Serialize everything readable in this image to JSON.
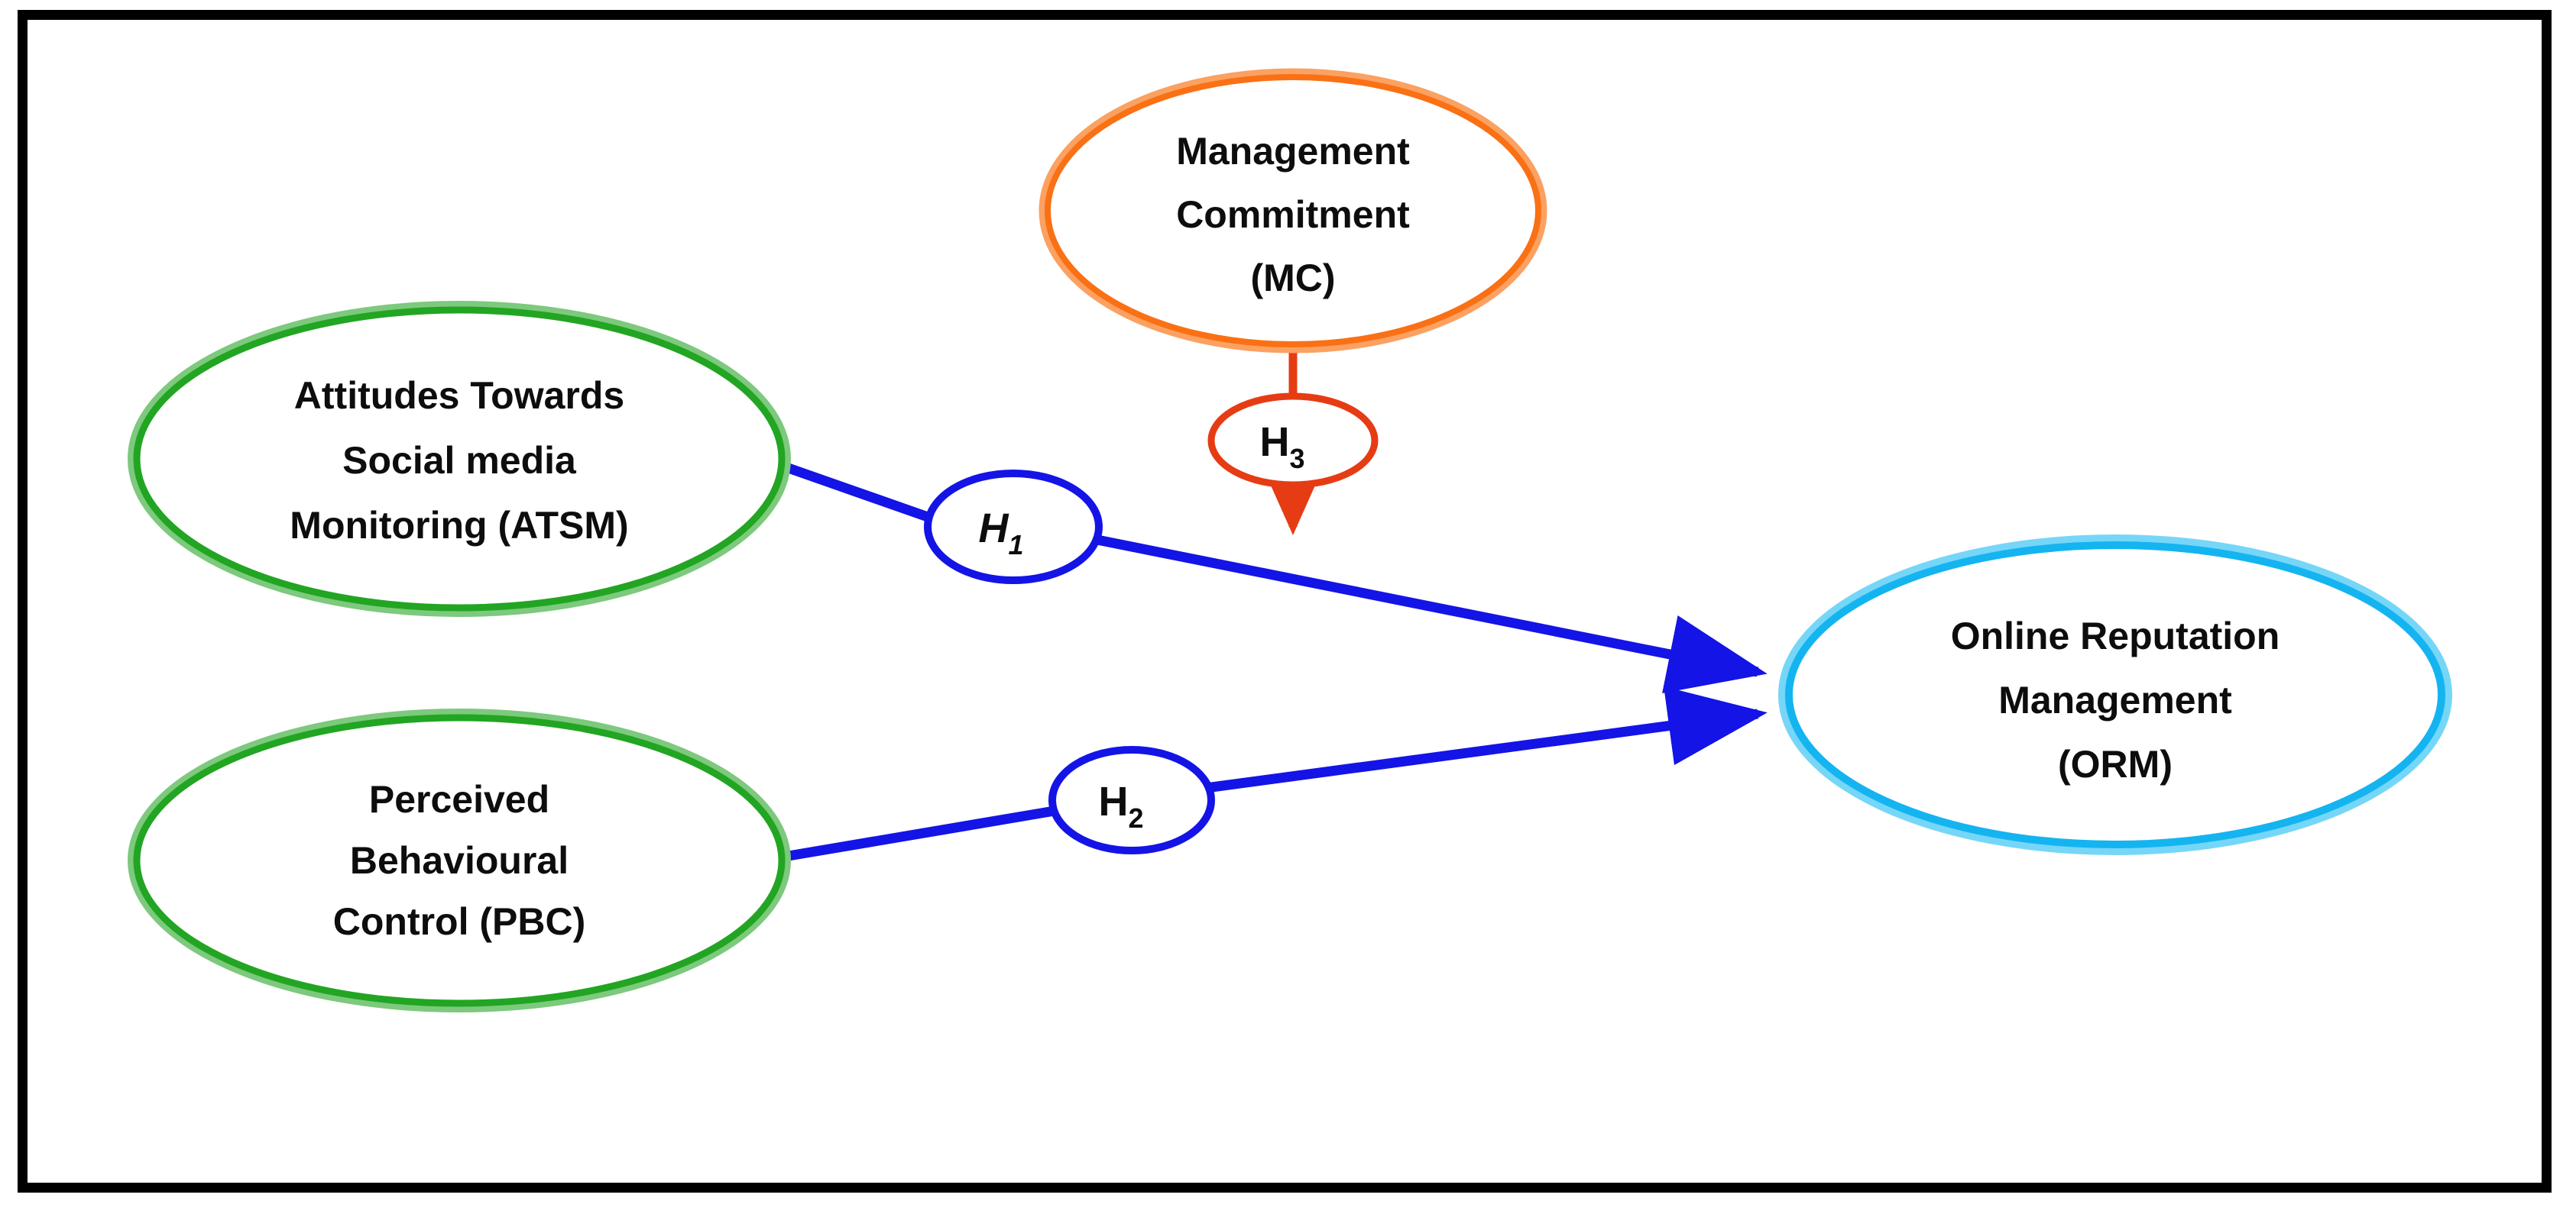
{
  "figure": {
    "type": "conceptual-model-diagram",
    "background": "#ffffff",
    "frame_color": "#000000"
  },
  "colors": {
    "green": "#22A522",
    "green_soft": "#7DC97D",
    "orange": "#FA7014",
    "orange_soft": "#FBA161",
    "cyan": "#14B4F0",
    "cyan_soft": "#76D6F8",
    "blue": "#1414E6",
    "red": "#E63C14",
    "text": "#0D0D0D"
  },
  "constructs": [
    {
      "id": "atsm",
      "data_name": "construct-atsm",
      "color_key": "green",
      "lines": [
        "Attitudes Towards",
        "Social media",
        "Monitoring (ATSM)"
      ],
      "abbrev": "ATSM",
      "role": "independent-variable"
    },
    {
      "id": "pbc",
      "data_name": "construct-pbc",
      "color_key": "green",
      "lines": [
        "Perceived",
        "Behavioural",
        "Control (PBC)"
      ],
      "abbrev": "PBC",
      "role": "independent-variable"
    },
    {
      "id": "mc",
      "data_name": "construct-mc",
      "color_key": "orange",
      "lines": [
        "Management",
        "Commitment",
        "(MC)"
      ],
      "abbrev": "MC",
      "role": "moderator-variable"
    },
    {
      "id": "orm",
      "data_name": "construct-orm",
      "color_key": "cyan",
      "lines": [
        "Online Reputation",
        "Management",
        "(ORM)"
      ],
      "abbrev": "ORM",
      "role": "dependent-variable"
    }
  ],
  "hypotheses": [
    {
      "id": "h1",
      "data_name": "hypothesis-h1",
      "base": "H",
      "sub": "1",
      "label": "H1",
      "italic": true,
      "color_key": "blue",
      "from": "ATSM",
      "to": "ORM"
    },
    {
      "id": "h2",
      "data_name": "hypothesis-h2",
      "base": "H",
      "sub": "2",
      "label": "H2",
      "italic": false,
      "color_key": "blue",
      "from": "PBC",
      "to": "ORM"
    },
    {
      "id": "h3",
      "data_name": "hypothesis-h3",
      "base": "H",
      "sub": "3",
      "label": "H3",
      "italic": false,
      "color_key": "red",
      "from": "MC",
      "to": "ATSM-ORM path"
    }
  ]
}
